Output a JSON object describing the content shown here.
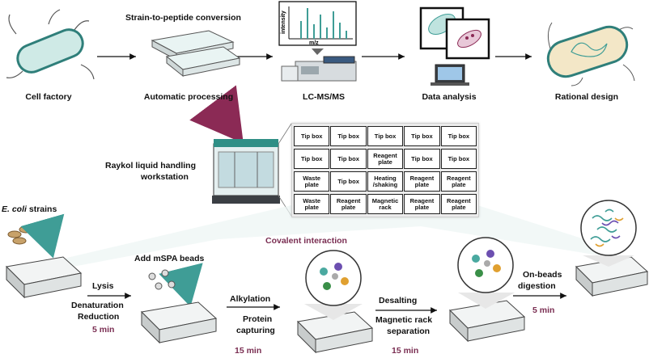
{
  "top_row": {
    "header": "Strain-to-peptide conversion",
    "steps": [
      "Cell factory",
      "Automatic processing",
      "LC-MS/MS",
      "Data analysis",
      "Rational design"
    ],
    "ms_axis_y": "intensity",
    "ms_axis_x": "m/z"
  },
  "workstation": {
    "label_line1": "Raykol liquid handling",
    "label_line2": "workstation"
  },
  "plate_layout": [
    [
      "Tip box",
      "Tip box",
      "Tip box",
      "Tip box",
      "Tip box"
    ],
    [
      "Tip box",
      "Tip box",
      "Reagent plate",
      "Tip box",
      "Tip box"
    ],
    [
      "Waste plate",
      "Tip box",
      "Heating /shaking",
      "Reagent plate",
      "Reagent plate"
    ],
    [
      "Waste plate",
      "Reagent plate",
      "Magnetic rack",
      "Reagent plate",
      "Reagent plate"
    ]
  ],
  "workflow": {
    "strains_italic": "E. coli",
    "strains_rest": " strains",
    "covalent": "Covalent interaction",
    "add_beads": "Add mSPA beads",
    "lysis": "Lysis",
    "denaturation": "Denaturation",
    "reduction": "Reduction",
    "time1": "5 min",
    "alkylation": "Alkylation",
    "protein": "Protein",
    "capturing": "capturing",
    "time2": "15 min",
    "desalting": "Desalting",
    "magnetic": "Magnetic rack",
    "separation": "separation",
    "time3": "15 min",
    "onbeads": "On-beads",
    "digestion": "digestion",
    "time4": "5 min"
  },
  "colors": {
    "accent": "#7a2e52",
    "teal": "#4aa9a0",
    "cell_fill": "#c9e8e3",
    "arrow": "#111111"
  }
}
